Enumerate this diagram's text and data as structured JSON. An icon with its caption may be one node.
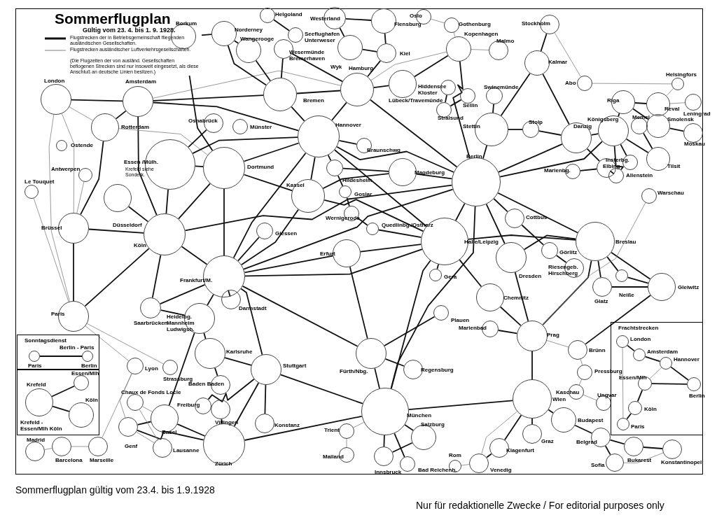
{
  "diagram": {
    "title": "Sommerflugplan",
    "caption": "Sommerflugplan gültig vom 23.4. bis 1.9.1928",
    "nodes": [
      {
        "text": [
          "London"
        ]
      },
      {
        "text": [
          "Amsterdam"
        ]
      },
      {
        "text": [
          "Rotterdam"
        ]
      },
      {
        "text": [
          "Ostende"
        ]
      },
      {
        "text": [
          "Antwerpen"
        ]
      },
      {
        "text": [
          "Le Touquet"
        ]
      },
      {
        "text": [
          "Brüssel"
        ]
      },
      {
        "text": [
          "Essen /Mülh."
        ],
        "beside": [
          "Krefeld siehe Sonderk."
        ]
      },
      {
        "text": [
          "Düsseldorf"
        ]
      },
      {
        "text": [
          "Köln"
        ]
      },
      {
        "text": [
          "Osnabrück"
        ]
      },
      {
        "text": [
          "Münster"
        ]
      },
      {
        "text": [
          "Dortmund"
        ]
      },
      {
        "text": [
          "Borkum"
        ]
      },
      {
        "text": [
          "Norderney"
        ]
      },
      {
        "text": [
          "Wangerooge"
        ]
      },
      {
        "text": [
          "Helgoland"
        ]
      },
      {
        "text": [
          "Seeflughafen Unterweser"
        ]
      },
      {
        "text": [
          "Wesermünde Bremerhaven"
        ]
      },
      {
        "text": [
          "Westerland"
        ]
      },
      {
        "text": [
          "Wyk"
        ]
      },
      {
        "text": [
          "Flensburg"
        ]
      },
      {
        "text": [
          "Kiel"
        ]
      },
      {
        "text": [
          "Oslo"
        ]
      },
      {
        "text": [
          "Gothenburg"
        ]
      },
      {
        "text": [
          "Kopenhagen"
        ]
      },
      {
        "text": [
          "Malmo"
        ]
      },
      {
        "text": [
          "Stockholm"
        ]
      },
      {
        "text": [
          "Kalmar"
        ]
      },
      {
        "text": [
          "Abo"
        ]
      },
      {
        "text": [
          "Helsingfors"
        ]
      },
      {
        "text": [
          "Riga"
        ]
      },
      {
        "text": [
          "Reval"
        ]
      },
      {
        "text": [
          "Leningrad"
        ]
      },
      {
        "text": [
          "Memel"
        ]
      },
      {
        "text": [
          "Smolensk"
        ]
      },
      {
        "text": [
          "Moskau"
        ]
      },
      {
        "text": [
          "Königsberg"
        ]
      },
      {
        "text": [
          "Danzig"
        ]
      },
      {
        "text": [
          "Stolp"
        ]
      },
      {
        "text": [
          "Insterbg."
        ]
      },
      {
        "text": [
          "Elbing"
        ]
      },
      {
        "text": [
          "Allenstein"
        ]
      },
      {
        "text": [
          "Marienbg."
        ]
      },
      {
        "text": [
          "Warschau"
        ]
      },
      {
        "text": [
          "Swinemünde"
        ]
      },
      {
        "text": [
          "Stettin"
        ]
      },
      {
        "text": [
          "Hiddensee Kloster"
        ]
      },
      {
        "text": [
          "Sellin"
        ]
      },
      {
        "text": [
          "Stralsund"
        ]
      },
      {
        "text": [
          "Hamburg"
        ]
      },
      {
        "text": [
          "Bremen"
        ]
      },
      {
        "text": [
          "Lübeck/Travemünde"
        ]
      },
      {
        "text": [
          "Hannover"
        ]
      },
      {
        "text": [
          "Braunschwg"
        ]
      },
      {
        "text": [
          "Hildesheim"
        ]
      },
      {
        "text": [
          "Goslar"
        ]
      },
      {
        "text": [
          "Magdeburg"
        ]
      },
      {
        "text": [
          "Berlin"
        ]
      },
      {
        "text": [
          "Kassel"
        ]
      },
      {
        "text": [
          "Wernigerode"
        ]
      },
      {
        "text": [
          "Quedlinbg./Ostharz"
        ]
      },
      {
        "text": [
          "Giessen"
        ]
      },
      {
        "text": [
          "Halle/Leipzig"
        ]
      },
      {
        "text": [
          "Erfurt"
        ]
      },
      {
        "text": [
          "Gera"
        ]
      },
      {
        "text": [
          "Cottbus"
        ]
      },
      {
        "text": [
          "Görlitz"
        ]
      },
      {
        "text": [
          "Dresden"
        ]
      },
      {
        "text": [
          "Riesengeb. Hirschberg"
        ]
      },
      {
        "text": [
          "Breslau"
        ]
      },
      {
        "text": [
          "Neiße"
        ]
      },
      {
        "text": [
          "Gleiwitz"
        ]
      },
      {
        "text": [
          "Glatz"
        ]
      },
      {
        "text": [
          "Chemnitz"
        ]
      },
      {
        "text": [
          "Plauen"
        ]
      },
      {
        "text": [
          "Marienbad"
        ]
      },
      {
        "text": [
          "Prag"
        ]
      },
      {
        "text": [
          "Frankfurt/M."
        ]
      },
      {
        "text": [
          "Saarbrücken"
        ]
      },
      {
        "text": [
          "Darmstadt"
        ]
      },
      {
        "text": [
          "Heidelbg. Mannheim Ludwigsh."
        ]
      },
      {
        "text": [
          "Karlsruhe"
        ]
      },
      {
        "text": [
          "Baden Baden"
        ]
      },
      {
        "text": [
          "Strassburg"
        ]
      },
      {
        "text": [
          "Stuttgart"
        ]
      },
      {
        "text": [
          "Fürth/Nbg."
        ]
      },
      {
        "text": [
          "Regensburg"
        ]
      },
      {
        "text": [
          "München"
        ]
      },
      {
        "text": [
          "Lyon"
        ]
      },
      {
        "text": [
          "Paris"
        ]
      },
      {
        "text": [
          "Chaux de Fonds Locle"
        ]
      },
      {
        "text": [
          "Freiburg"
        ]
      },
      {
        "text": [
          "Villingen"
        ]
      },
      {
        "text": [
          "Basel"
        ]
      },
      {
        "text": [
          "Genf"
        ]
      },
      {
        "text": [
          "Lausanne"
        ]
      },
      {
        "text": [
          "Zürich"
        ]
      },
      {
        "text": [
          "Konstanz"
        ]
      },
      {
        "text": [
          "Trient"
        ]
      },
      {
        "text": [
          "Mailand"
        ]
      },
      {
        "text": [
          "Innsbruck"
        ]
      },
      {
        "text": [
          "Salzburg"
        ]
      },
      {
        "text": [
          "Bad Reichenh."
        ]
      },
      {
        "text": [
          "Rom"
        ]
      },
      {
        "text": [
          "Venedig"
        ]
      },
      {
        "text": [
          "Klagenfurt"
        ]
      },
      {
        "text": [
          "Graz"
        ]
      },
      {
        "text": [
          "Wien"
        ]
      },
      {
        "text": [
          "Budapest"
        ]
      },
      {
        "text": [
          "Brünn"
        ]
      },
      {
        "text": [
          "Pressburg"
        ]
      },
      {
        "text": [
          "Kaschau"
        ]
      },
      {
        "text": [
          "Ungvar"
        ]
      },
      {
        "text": [
          "Belgrad"
        ]
      },
      {
        "text": [
          "Sofia"
        ]
      },
      {
        "text": [
          "Bukarest"
        ]
      },
      {
        "text": [
          "Konstantinopel"
        ]
      },
      {
        "text": [
          "Marseille"
        ]
      },
      {
        "text": [
          "Barcelona"
        ]
      },
      {
        "text": [
          "Madrid"
        ]
      },
      {
        "text": [
          "Sonntagsdienst",
          "Berlin - Paris"
        ]
      },
      {
        "text": [
          "Paris"
        ],
        "in": 121
      },
      {
        "text": [
          "Berlin"
        ],
        "in": 121
      },
      {
        "text": [
          "Krefeld - Essen/Mlh Köln"
        ]
      },
      {
        "text": [
          "Krefeld"
        ],
        "in": 124
      },
      {
        "text": [
          "Essen/Mlh"
        ],
        "in": 124
      },
      {
        "text": [
          "Köln"
        ],
        "in": 124
      },
      {
        "text": [
          "Frachtstrecken"
        ]
      },
      {
        "text": [
          "London"
        ],
        "in": 128
      },
      {
        "text": [
          "Amsterdam"
        ],
        "in": 128
      },
      {
        "text": [
          "Hannover"
        ],
        "in": 128
      },
      {
        "text": [
          "Essen/Mlh"
        ],
        "in": 128
      },
      {
        "text": [
          "Berlin"
        ],
        "in": 128
      },
      {
        "text": [
          "Köln"
        ],
        "in": 128
      },
      {
        "text": [
          "Paris"
        ],
        "in": 128
      },
      {
        "text": [
          "Tilsit"
        ]
      }
    ],
    "edges": [
      {
        "from": 0,
        "to": 1,
        "arrow": "none"
      },
      {
        "from": 0,
        "to": 2,
        "arrow": "none",
        "color": "#808080"
      },
      {
        "from": 0,
        "to": 90,
        "arrow": "none",
        "color": "#808080"
      },
      {
        "from": 0,
        "to": 6,
        "arrow": "none",
        "color": "#808080"
      },
      {
        "from": 1,
        "to": 2,
        "arrow": "none"
      },
      {
        "from": 1,
        "to": 9,
        "arrow": "none"
      },
      {
        "from": 1,
        "to": 53,
        "arrow": "none"
      },
      {
        "from": 1,
        "to": 50,
        "arrow": "none",
        "color": "#808080"
      },
      {
        "from": 2,
        "to": 6,
        "arrow": "none"
      },
      {
        "from": 2,
        "to": 12,
        "arrow": "none",
        "color": "#808080"
      },
      {
        "from": 6,
        "to": 9,
        "arrow": "none"
      },
      {
        "from": 6,
        "to": 90,
        "arrow": "none"
      },
      {
        "from": 5,
        "to": 90,
        "arrow": "none",
        "color": "#808080"
      },
      {
        "from": 4,
        "to": 6,
        "arrow": "none",
        "color": "#808080"
      },
      {
        "from": 90,
        "to": 9,
        "arrow": "none"
      },
      {
        "from": 90,
        "to": 89,
        "arrow": "none",
        "color": "#808080"
      },
      {
        "from": 90,
        "to": 84,
        "arrow": "none",
        "color": "#808080"
      },
      {
        "from": 89,
        "to": 95,
        "arrow": "none",
        "color": "#808080"
      },
      {
        "from": 89,
        "to": 118,
        "arrow": "none",
        "color": "#808080"
      },
      {
        "from": 118,
        "to": 119,
        "arrow": "none",
        "color": "#808080"
      },
      {
        "from": 119,
        "to": 120,
        "arrow": "none",
        "color": "#808080"
      },
      {
        "from": 95,
        "to": 94,
        "arrow": "none"
      },
      {
        "from": 95,
        "to": 97,
        "arrow": "none"
      },
      {
        "from": 95,
        "to": 96,
        "arrow": "none",
        "color": "#808080"
      },
      {
        "from": 91,
        "to": 96,
        "arrow": "none",
        "color": "#808080"
      },
      {
        "from": 91,
        "to": 94,
        "arrow": "none",
        "color": "#808080"
      },
      {
        "from": 94,
        "to": 97,
        "arrow": "none"
      },
      {
        "from": 94,
        "to": 81,
        "arrow": "none"
      },
      {
        "from": 97,
        "to": 85,
        "arrow": "none"
      },
      {
        "from": 97,
        "to": 88,
        "arrow": "none"
      },
      {
        "from": 98,
        "to": 85,
        "arrow": "none"
      },
      {
        "from": 7,
        "to": 12,
        "arrow": "none"
      },
      {
        "from": 7,
        "to": 9,
        "arrow": "none"
      },
      {
        "from": 7,
        "to": 10,
        "arrow": "none"
      },
      {
        "from": 7,
        "to": 53,
        "arrow": "none"
      },
      {
        "from": 8,
        "to": 9,
        "arrow": "none"
      },
      {
        "from": 9,
        "to": 78,
        "arrow": "none"
      },
      {
        "from": 9,
        "to": 12,
        "arrow": "none"
      },
      {
        "from": 9,
        "to": 58,
        "arrow": "none"
      },
      {
        "from": 13,
        "to": 14,
        "arrow": "none"
      },
      {
        "from": 14,
        "to": 15,
        "arrow": "none"
      },
      {
        "from": 13,
        "to": 12,
        "arrow": "none"
      },
      {
        "from": 14,
        "to": 51,
        "arrow": "none"
      },
      {
        "from": 15,
        "to": 51,
        "arrow": "none"
      },
      {
        "from": 18,
        "to": 51,
        "arrow": "none"
      },
      {
        "from": 18,
        "to": 50,
        "arrow": "none"
      },
      {
        "from": 16,
        "to": 17,
        "arrow": "none"
      },
      {
        "from": 19,
        "to": 20,
        "arrow": "none"
      },
      {
        "from": 19,
        "to": 21,
        "arrow": "none"
      },
      {
        "from": 20,
        "to": 22,
        "arrow": "none"
      },
      {
        "from": 21,
        "to": 22,
        "arrow": "none"
      },
      {
        "from": 22,
        "to": 50,
        "arrow": "none"
      },
      {
        "from": 50,
        "to": 25,
        "arrow": "none",
        "color": "#808080"
      },
      {
        "from": 52,
        "to": 25,
        "arrow": "none"
      },
      {
        "from": 25,
        "to": 58,
        "arrow": "none"
      },
      {
        "from": 25,
        "to": 26,
        "arrow": "none",
        "color": "#808080"
      },
      {
        "from": 23,
        "to": 24,
        "arrow": "none",
        "color": "#808080"
      },
      {
        "from": 24,
        "to": 25,
        "arrow": "none",
        "color": "#808080"
      },
      {
        "from": 27,
        "to": 28,
        "arrow": "none"
      },
      {
        "from": 27,
        "to": 29,
        "arrow": "none",
        "color": "#808080"
      },
      {
        "from": 29,
        "to": 30,
        "arrow": "none",
        "color": "#808080"
      },
      {
        "from": 28,
        "to": 46,
        "arrow": "none"
      },
      {
        "from": 28,
        "to": 38,
        "arrow": "none"
      },
      {
        "from": 30,
        "to": 32,
        "arrow": "none",
        "color": "#808080"
      },
      {
        "from": 31,
        "to": 32,
        "arrow": "none"
      },
      {
        "from": 32,
        "to": 33,
        "arrow": "none",
        "color": "#808080"
      },
      {
        "from": 31,
        "to": 35,
        "arrow": "none"
      },
      {
        "from": 35,
        "to": 36,
        "arrow": "none"
      },
      {
        "from": 31,
        "to": 37,
        "arrow": "none"
      },
      {
        "from": 37,
        "to": 136,
        "arrow": "none"
      },
      {
        "from": 34,
        "to": 136,
        "arrow": "none"
      },
      {
        "from": 37,
        "to": 38,
        "arrow": "none"
      },
      {
        "from": 37,
        "to": 40,
        "arrow": "none"
      },
      {
        "from": 37,
        "to": 42,
        "arrow": "none"
      },
      {
        "from": 38,
        "to": 41,
        "arrow": "none"
      },
      {
        "from": 41,
        "to": 43,
        "arrow": "none"
      },
      {
        "from": 41,
        "to": 42,
        "arrow": "none"
      },
      {
        "from": 38,
        "to": 39,
        "arrow": "none"
      },
      {
        "from": 39,
        "to": 46,
        "arrow": "none"
      },
      {
        "from": 46,
        "to": 45,
        "arrow": "none"
      },
      {
        "from": 46,
        "to": 58,
        "arrow": "none"
      },
      {
        "from": 58,
        "to": 38,
        "arrow": "none"
      },
      {
        "from": 58,
        "to": 37,
        "arrow": "none"
      },
      {
        "from": 47,
        "to": 49,
        "arrow": "none"
      },
      {
        "from": 48,
        "to": 49,
        "arrow": "none"
      },
      {
        "from": 50,
        "to": 51,
        "arrow": "none"
      },
      {
        "from": 50,
        "to": 53,
        "arrow": "none"
      },
      {
        "from": 50,
        "to": 52,
        "arrow": "none"
      },
      {
        "from": 50,
        "to": 58,
        "arrow": "none"
      },
      {
        "from": 51,
        "to": 53,
        "arrow": "none"
      },
      {
        "from": 51,
        "to": 1,
        "arrow": "none"
      },
      {
        "from": 12,
        "to": 53,
        "arrow": "none"
      },
      {
        "from": 53,
        "to": 54,
        "arrow": "none"
      },
      {
        "from": 53,
        "to": 58,
        "arrow": "none"
      },
      {
        "from": 53,
        "to": 55,
        "arrow": "none"
      },
      {
        "from": 53,
        "to": 59,
        "arrow": "none"
      },
      {
        "from": 53,
        "to": 78,
        "arrow": "none"
      },
      {
        "from": 53,
        "to": 63,
        "arrow": "none"
      },
      {
        "from": 55,
        "to": 57,
        "arrow": "none"
      },
      {
        "from": 56,
        "to": 60,
        "arrow": "none"
      },
      {
        "from": 55,
        "to": 56,
        "arrow": "none"
      },
      {
        "from": 57,
        "to": 58,
        "arrow": "none"
      },
      {
        "from": 57,
        "to": 59,
        "arrow": "none"
      },
      {
        "from": 59,
        "to": 78,
        "arrow": "none"
      },
      {
        "from": 59,
        "to": 12,
        "arrow": "none"
      },
      {
        "from": 59,
        "to": 63,
        "arrow": "none"
      },
      {
        "from": 60,
        "to": 61,
        "arrow": "none"
      },
      {
        "from": 61,
        "to": 63,
        "arrow": "none"
      },
      {
        "from": 62,
        "to": 78,
        "arrow": "none"
      },
      {
        "from": 58,
        "to": 63,
        "arrow": "none"
      },
      {
        "from": 58,
        "to": 66,
        "arrow": "none"
      },
      {
        "from": 58,
        "to": 70,
        "arrow": "none"
      },
      {
        "from": 58,
        "to": 68,
        "arrow": "none"
      },
      {
        "from": 58,
        "to": 88,
        "arrow": "none"
      },
      {
        "from": 63,
        "to": 64,
        "arrow": "none"
      },
      {
        "from": 63,
        "to": 65,
        "arrow": "none"
      },
      {
        "from": 63,
        "to": 74,
        "arrow": "none"
      },
      {
        "from": 63,
        "to": 88,
        "arrow": "none"
      },
      {
        "from": 63,
        "to": 78,
        "arrow": "none"
      },
      {
        "from": 63,
        "to": 70,
        "arrow": "none"
      },
      {
        "from": 64,
        "to": 78,
        "arrow": "none"
      },
      {
        "from": 64,
        "to": 86,
        "arrow": "none"
      },
      {
        "from": 66,
        "to": 67,
        "arrow": "none"
      },
      {
        "from": 67,
        "to": 69,
        "arrow": "none"
      },
      {
        "from": 68,
        "to": 70,
        "arrow": "none"
      },
      {
        "from": 68,
        "to": 77,
        "arrow": "none"
      },
      {
        "from": 70,
        "to": 72,
        "arrow": "none"
      },
      {
        "from": 70,
        "to": 71,
        "arrow": "none"
      },
      {
        "from": 70,
        "to": 73,
        "arrow": "none"
      },
      {
        "from": 70,
        "to": 77,
        "arrow": "none"
      },
      {
        "from": 71,
        "to": 72,
        "arrow": "none"
      },
      {
        "from": 72,
        "to": 110,
        "arrow": "none"
      },
      {
        "from": 44,
        "to": 77,
        "arrow": "none",
        "color": "#808080"
      },
      {
        "from": 73,
        "to": 72,
        "arrow": "none"
      },
      {
        "from": 74,
        "to": 77,
        "arrow": "none"
      },
      {
        "from": 75,
        "to": 86,
        "arrow": "none"
      },
      {
        "from": 76,
        "to": 77,
        "arrow": "none"
      },
      {
        "from": 77,
        "to": 108,
        "arrow": "none"
      },
      {
        "from": 77,
        "to": 110,
        "arrow": "none",
        "color": "#808080"
      },
      {
        "from": 110,
        "to": 111,
        "arrow": "none",
        "color": "#808080"
      },
      {
        "from": 111,
        "to": 112,
        "arrow": "none",
        "color": "#808080"
      },
      {
        "from": 112,
        "to": 113,
        "arrow": "none",
        "color": "#808080"
      },
      {
        "from": 108,
        "to": 109,
        "arrow": "none"
      },
      {
        "from": 108,
        "to": 107,
        "arrow": "none"
      },
      {
        "from": 108,
        "to": 106,
        "arrow": "none"
      },
      {
        "from": 108,
        "to": 88,
        "arrow": "none"
      },
      {
        "from": 108,
        "to": 105,
        "arrow": "none",
        "color": "#808080"
      },
      {
        "from": 109,
        "to": 114,
        "arrow": "none"
      },
      {
        "from": 114,
        "to": 116,
        "arrow": "none"
      },
      {
        "from": 114,
        "to": 115,
        "arrow": "none"
      },
      {
        "from": 115,
        "to": 117,
        "arrow": "none",
        "color": "#808080"
      },
      {
        "from": 116,
        "to": 117,
        "arrow": "none"
      },
      {
        "from": 106,
        "to": 105,
        "arrow": "none"
      },
      {
        "from": 104,
        "to": 105,
        "arrow": "none",
        "color": "#808080"
      },
      {
        "from": 102,
        "to": 88,
        "arrow": "none"
      },
      {
        "from": 102,
        "to": 101,
        "arrow": "none"
      },
      {
        "from": 103,
        "to": 88,
        "arrow": "none"
      },
      {
        "from": 101,
        "to": 88,
        "arrow": "none"
      },
      {
        "from": 99,
        "to": 100,
        "arrow": "none",
        "color": "#808080"
      },
      {
        "from": 99,
        "to": 88,
        "arrow": "none",
        "color": "#808080"
      },
      {
        "from": 86,
        "to": 88,
        "arrow": "none"
      },
      {
        "from": 86,
        "to": 87,
        "arrow": "none"
      },
      {
        "from": 86,
        "to": 78,
        "arrow": "none"
      },
      {
        "from": 85,
        "to": 88,
        "arrow": "none"
      },
      {
        "from": 85,
        "to": 78,
        "arrow": "none"
      },
      {
        "from": 85,
        "to": 82,
        "arrow": "none"
      },
      {
        "from": 82,
        "to": 81,
        "arrow": "none"
      },
      {
        "from": 82,
        "to": 83,
        "arrow": "none"
      },
      {
        "from": 81,
        "to": 78,
        "arrow": "none"
      },
      {
        "from": 80,
        "to": 78,
        "arrow": "none"
      },
      {
        "from": 79,
        "to": 78,
        "arrow": "none"
      },
      {
        "from": 79,
        "to": 81,
        "arrow": "none"
      },
      {
        "from": 79,
        "to": 9,
        "arrow": "none"
      },
      {
        "from": 92,
        "to": 85,
        "arrow": "none"
      },
      {
        "from": 93,
        "to": 97,
        "arrow": "none"
      },
      {
        "from": 78,
        "to": 58,
        "arrow": "none"
      },
      {
        "from": 78,
        "to": 12,
        "arrow": "none"
      },
      {
        "from": 122,
        "to": 123,
        "arrow": "none"
      },
      {
        "from": 125,
        "to": 126,
        "arrow": "none"
      },
      {
        "from": 125,
        "to": 127,
        "arrow": "none"
      },
      {
        "from": 129,
        "to": 130,
        "arrow": "none"
      },
      {
        "from": 130,
        "to": 131,
        "arrow": "none"
      },
      {
        "from": 131,
        "to": 133,
        "arrow": "none"
      },
      {
        "from": 132,
        "to": 133,
        "arrow": "none"
      },
      {
        "from": 132,
        "to": 134,
        "arrow": "none"
      },
      {
        "from": 134,
        "to": 135,
        "arrow": "none"
      },
      {
        "from": 129,
        "to": 135,
        "arrow": "none",
        "color": "#808080"
      },
      {
        "from": 131,
        "to": 132,
        "arrow": "none",
        "color": "#808080"
      }
    ],
    "labels": [
      "Gültig vom 23. 4. bis 1. 9. 1928.",
      "(Die Flugzeiten der von ausländ. Gesellschaften beflogenen Strecken sind nur insoweit eingesetzt, als diese Anschluß an deutsche Linien besitzen.)",
      "Nur für redaktionelle Zwecke / For editorial purposes only"
    ],
    "legend": [
      {
        "text": "Flugstrecken der in Betriebsgemeinschaft fliegenden ausländischen Gesellschaften."
      },
      {
        "text": "Flugstrecken ausländischer Luftverkehrsgesellschaften."
      }
    ]
  }
}
